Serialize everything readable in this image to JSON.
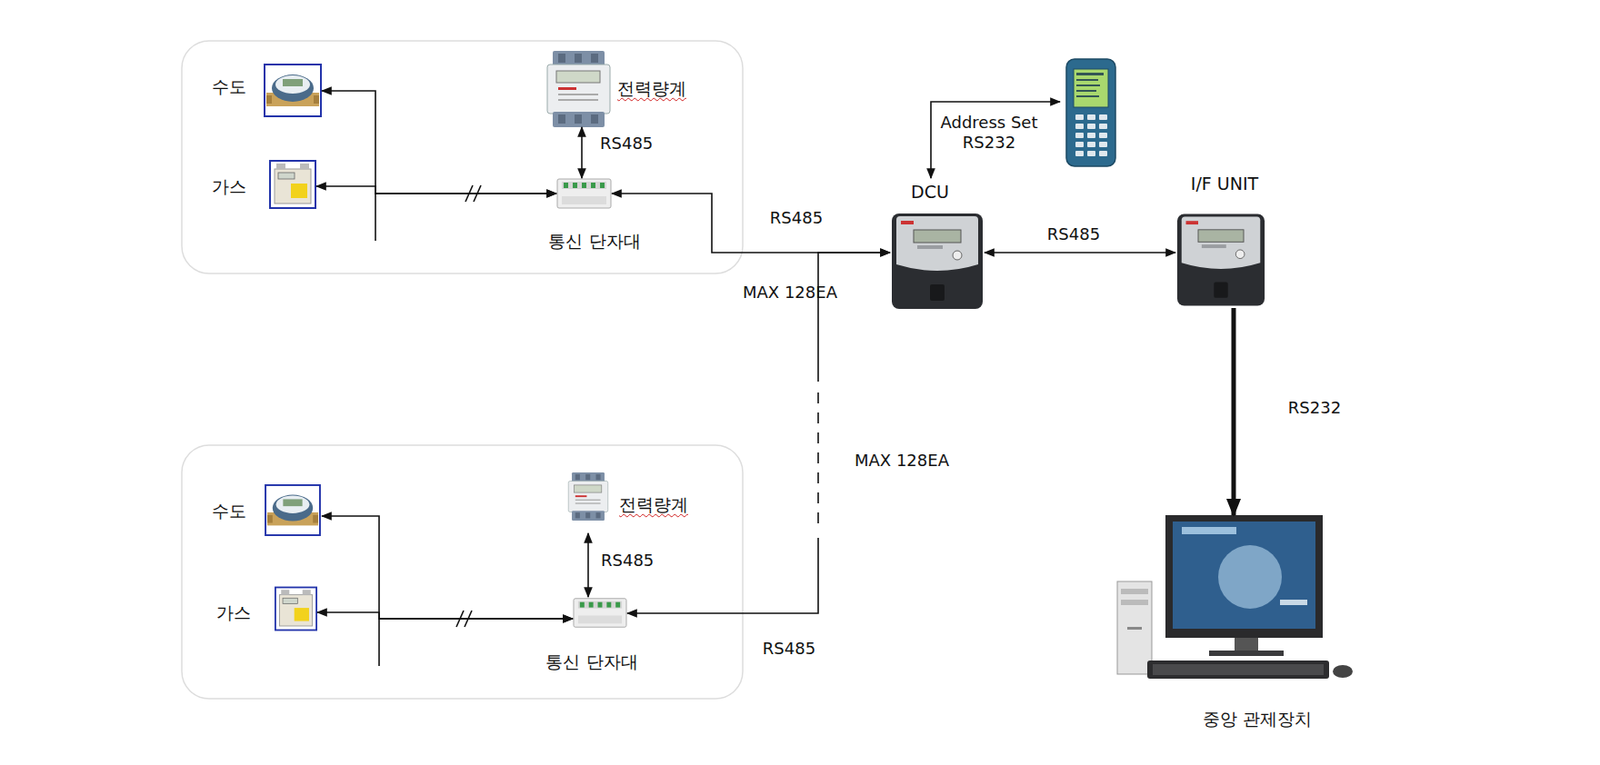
{
  "diagram": {
    "nodes": [
      {
        "text": [
          "수도"
        ]
      },
      {
        "text": [
          "가스"
        ]
      },
      {
        "text": [
          "전력량계"
        ]
      },
      {
        "text": [
          "통신 단자대"
        ]
      },
      {
        "text": [
          "수도"
        ]
      },
      {
        "text": [
          "가스"
        ]
      },
      {
        "text": [
          "전력량계"
        ]
      },
      {
        "text": [
          "통신 단자대"
        ]
      },
      {
        "text": [
          "DCU"
        ]
      },
      {
        "text": [
          "I/F UNIT"
        ]
      },
      {
        "text": [
          "중앙 관제장치"
        ]
      }
    ],
    "edges": [
      {
        "from": 3,
        "to": 0,
        "arrow": "both"
      },
      {
        "from": 3,
        "to": 1,
        "arrow": "both"
      },
      {
        "from": 2,
        "to": 3,
        "label": "RS485",
        "arrow": "both"
      },
      {
        "from": 8,
        "to": 3,
        "label": "RS485",
        "arrow": "both"
      },
      {
        "from": 8,
        "to": 7,
        "label": "RS485",
        "arrow": "both"
      },
      {
        "from": 7,
        "to": 4,
        "arrow": "both"
      },
      {
        "from": 7,
        "to": 5,
        "arrow": "both"
      },
      {
        "from": 6,
        "to": 7,
        "label": "RS485",
        "arrow": "both"
      },
      {
        "from": 8,
        "to": 9,
        "label": "RS485",
        "arrow": "both"
      },
      {
        "from": 9,
        "to": 10,
        "label": "RS232",
        "arrow": "to"
      }
    ],
    "labels": [
      "Address Set RS232",
      "MAX 128EA",
      "MAX 128EA"
    ]
  }
}
